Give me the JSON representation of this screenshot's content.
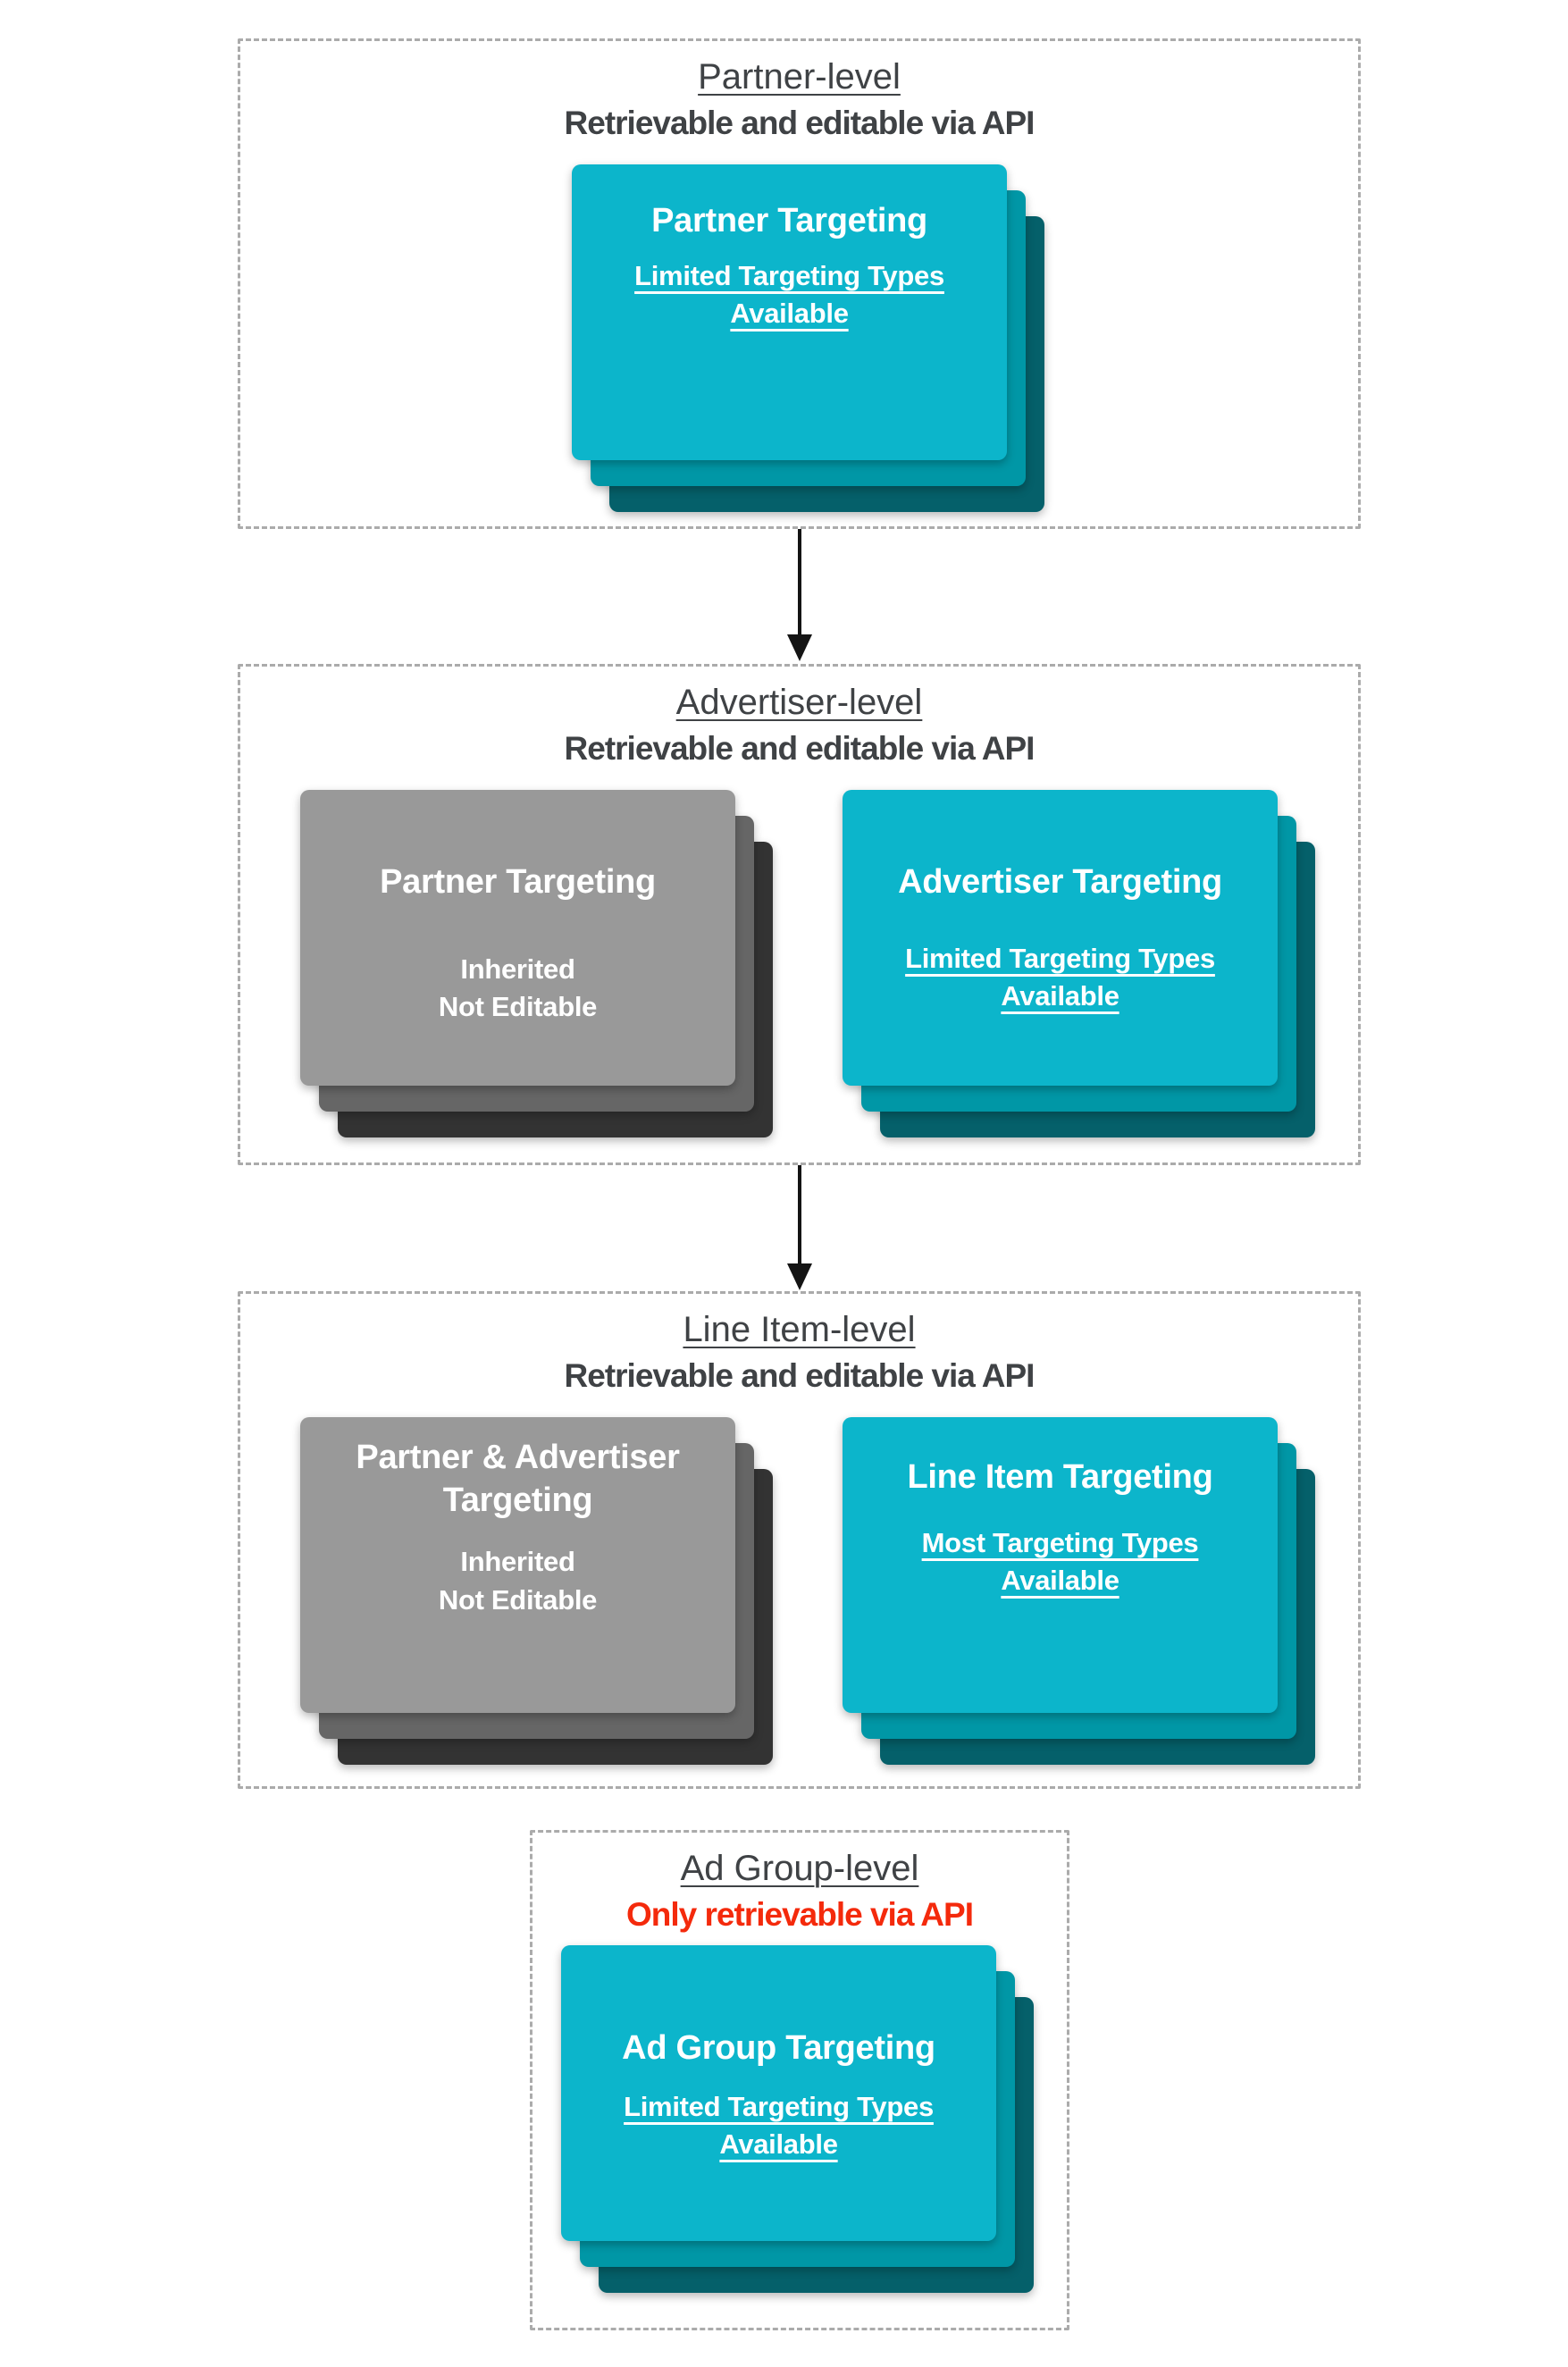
{
  "colors": {
    "cyan_front": "#0cb5cb",
    "cyan_mid": "#0097a6",
    "cyan_back": "#05606a",
    "gray_front": "#999999",
    "gray_mid": "#666666",
    "gray_back": "#333333",
    "heading_text": "#3f4245",
    "red_text": "#f42a0c",
    "card_text": "#ffffff",
    "dashed_border": "#ababab",
    "arrow": "#141414",
    "page_bg": "#ffffff"
  },
  "sections": [
    {
      "title": "Partner-level",
      "subtitle": "Retrievable and editable via API",
      "cards": [
        {
          "style": "cyan",
          "title": "Partner Targeting",
          "sub": "Limited Targeting Types Available",
          "sub_underlined": true
        }
      ]
    },
    {
      "title": "Advertiser-level",
      "subtitle": "Retrievable and editable via API",
      "cards": [
        {
          "style": "gray",
          "title": "Partner Targeting",
          "sub1": "Inherited",
          "sub2": "Not Editable",
          "sub_underlined": false
        },
        {
          "style": "cyan",
          "title": "Advertiser Targeting",
          "sub": "Limited Targeting Types Available",
          "sub_underlined": true
        }
      ]
    },
    {
      "title": "Line Item-level",
      "subtitle": "Retrievable and editable via API",
      "cards": [
        {
          "style": "gray",
          "title": "Partner & Advertiser Targeting",
          "sub1": "Inherited",
          "sub2": "Not Editable",
          "sub_underlined": false
        },
        {
          "style": "cyan",
          "title": "Line Item Targeting",
          "sub": "Most Targeting Types Available",
          "sub_underlined": true
        }
      ]
    },
    {
      "title": "Ad Group-level",
      "subtitle": "Only retrievable via API",
      "subtitle_color": "red",
      "cards": [
        {
          "style": "cyan",
          "title": "Ad Group Targeting",
          "sub": "Limited Targeting Types Available",
          "sub_underlined": true
        }
      ]
    }
  ]
}
